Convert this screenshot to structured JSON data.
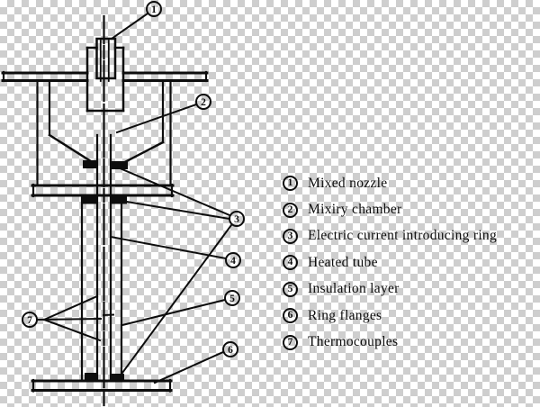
{
  "colors": {
    "ink": "#0d0d0d",
    "checker_gray": "#cecece"
  },
  "diagram": {
    "description": "Schematic of heated-tube apparatus with numbered callouts",
    "callouts": [
      {
        "n": "1"
      },
      {
        "n": "2"
      },
      {
        "n": "3"
      },
      {
        "n": "4"
      },
      {
        "n": "5"
      },
      {
        "n": "6"
      },
      {
        "n": "7"
      }
    ]
  },
  "legend": {
    "items": [
      {
        "number": "1",
        "label": "Mixed nozzle"
      },
      {
        "number": "2",
        "label": "Mixiry chamber"
      },
      {
        "number": "3",
        "label": "Electric current introducing ring"
      },
      {
        "number": "4",
        "label": "Heated tube"
      },
      {
        "number": "5",
        "label": "Insulation layer"
      },
      {
        "number": "6",
        "label": "Ring flanges"
      },
      {
        "number": "7",
        "label": "Thermocouples"
      }
    ]
  }
}
